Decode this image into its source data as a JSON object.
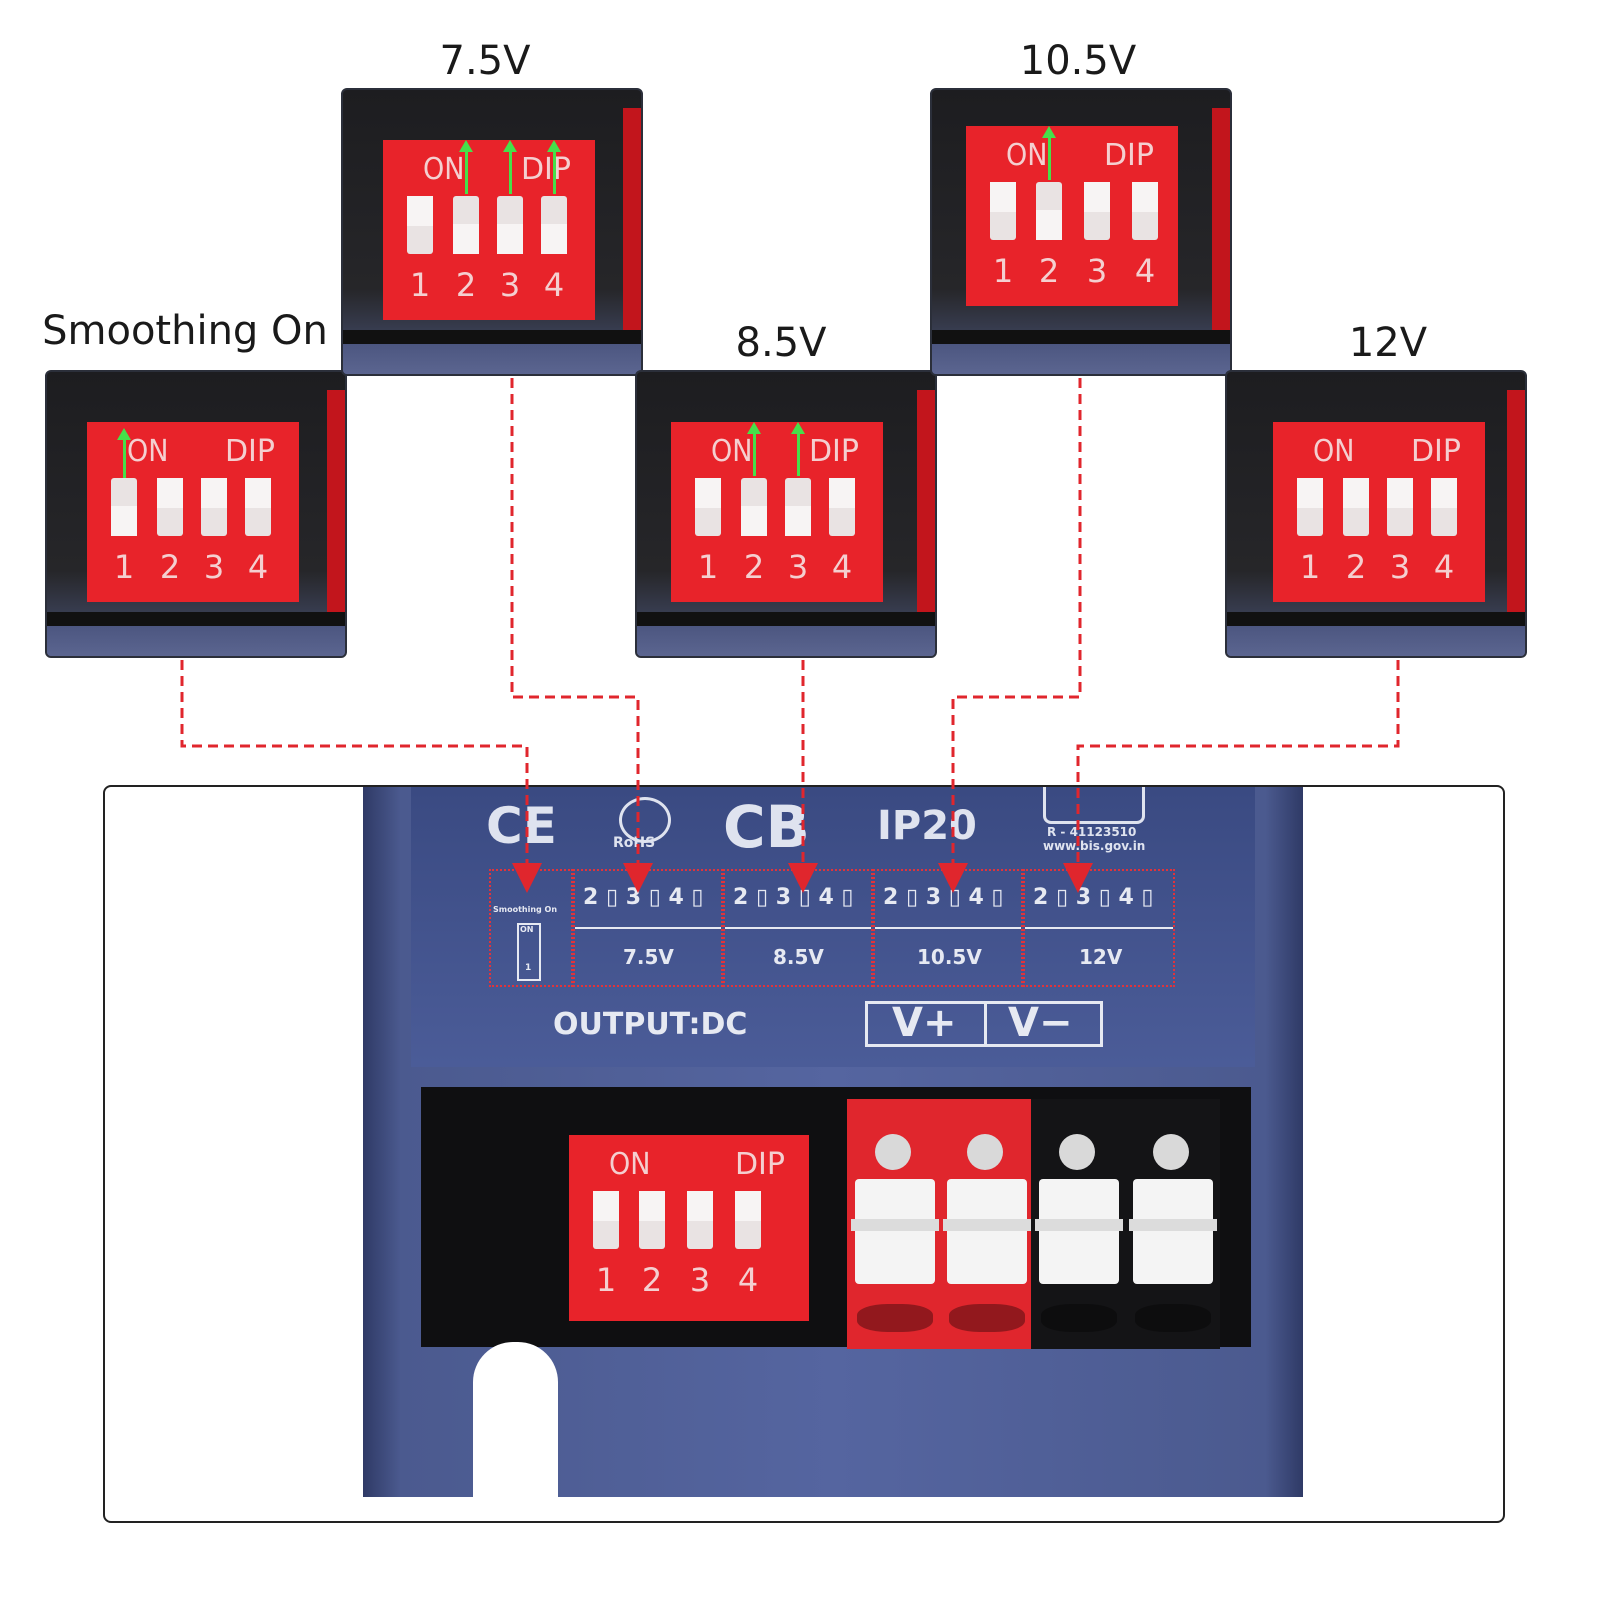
{
  "titles": {
    "smoothing": "Smoothing On",
    "v75": "7.5V",
    "v85": "8.5V",
    "v105": "10.5V",
    "v12": "12V"
  },
  "dip_switch": {
    "on_label": "ON",
    "dip_label": "DIP",
    "numbers": [
      "1",
      "2",
      "3",
      "4"
    ]
  },
  "panels": [
    {
      "id": "smoothing",
      "switches_on": [
        true,
        false,
        false,
        false
      ]
    },
    {
      "id": "v75",
      "switches_on": [
        false,
        true,
        true,
        true
      ]
    },
    {
      "id": "v85",
      "switches_on": [
        false,
        true,
        true,
        false
      ]
    },
    {
      "id": "v105",
      "switches_on": [
        false,
        true,
        false,
        false
      ]
    },
    {
      "id": "v12",
      "switches_on": [
        false,
        false,
        false,
        false
      ]
    }
  ],
  "device": {
    "logos": {
      "ce": "CE",
      "cb": "CB",
      "ip": "IP20",
      "reg": "R - 41123510",
      "web": "www.bis.gov.in",
      "ras": "RoHS"
    },
    "smoothing_small": "Smoothing On",
    "on_small": "ON",
    "one_small": "1",
    "table_header": "2 ▯ 3 ▯ 4 ▯",
    "table_values": [
      "7.5V",
      "8.5V",
      "10.5V",
      "12V"
    ],
    "output_label": "OUTPUT:DC",
    "vplus": "V+",
    "vminus": "V−"
  },
  "colors": {
    "dip_red": "#e8232a",
    "arrow_green": "#46e04a",
    "dashed_red": "#e0262d",
    "device_blue": "#4b5c98"
  }
}
